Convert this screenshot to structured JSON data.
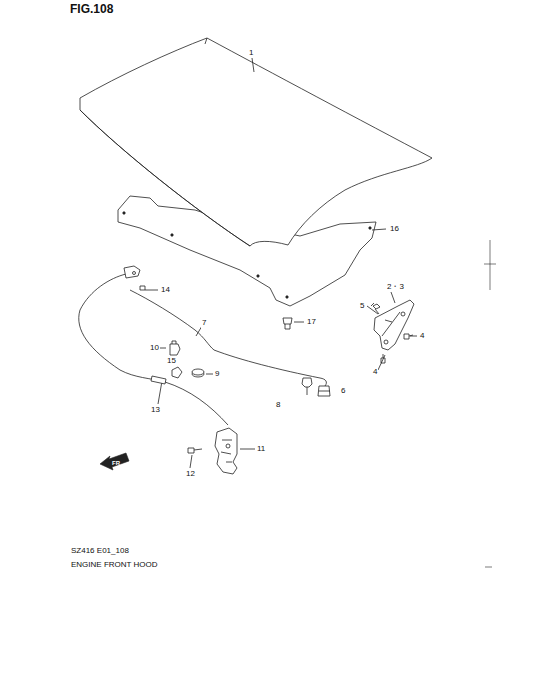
{
  "diagram": {
    "title": "FIG.108",
    "labels": [
      "1",
      "16",
      "2・3",
      "5",
      "4",
      "4",
      "14",
      "17",
      "7",
      "10",
      "15",
      "9",
      "13",
      "8",
      "6",
      "11",
      "12",
      "FR",
      "SZ416 E01_108",
      "ENGINE FRONT HOOD"
    ]
  }
}
